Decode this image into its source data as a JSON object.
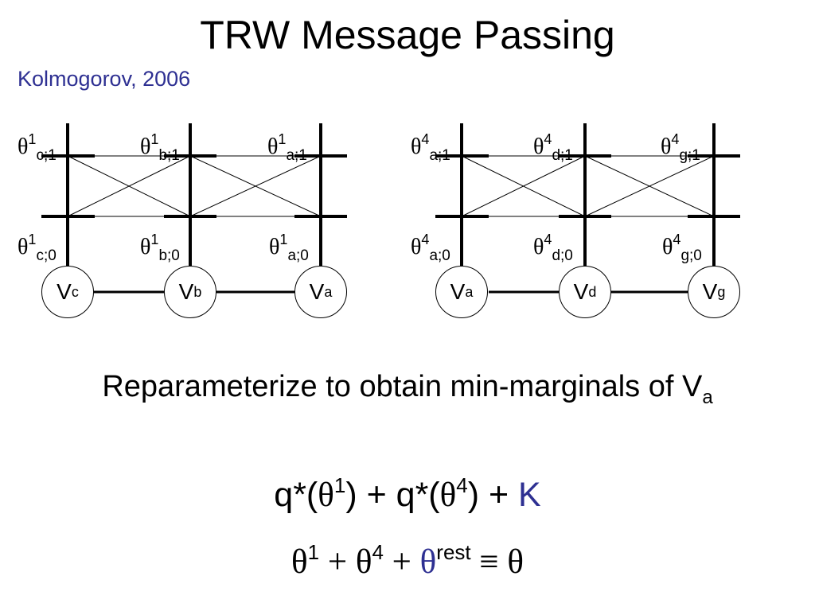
{
  "slide": {
    "title": "TRW Message Passing",
    "credit": "Kolmogorov, 2006"
  },
  "tree1": {
    "nodes": [
      {
        "letter": "V",
        "sub": "c"
      },
      {
        "letter": "V",
        "sub": "b"
      },
      {
        "letter": "V",
        "sub": "a"
      }
    ],
    "labels_top": [
      {
        "sym": "θ",
        "sup": "1",
        "sub": "c;1"
      },
      {
        "sym": "θ",
        "sup": "1",
        "sub": "b;1"
      },
      {
        "sym": "θ",
        "sup": "1",
        "sub": "a;1"
      }
    ],
    "labels_bottom": [
      {
        "sym": "θ",
        "sup": "1",
        "sub": "c;0"
      },
      {
        "sym": "θ",
        "sup": "1",
        "sub": "b;0"
      },
      {
        "sym": "θ",
        "sup": "1",
        "sub": "a;0"
      }
    ]
  },
  "tree2": {
    "nodes": [
      {
        "letter": "V",
        "sub": "a"
      },
      {
        "letter": "V",
        "sub": "d"
      },
      {
        "letter": "V",
        "sub": "g"
      }
    ],
    "labels_top": [
      {
        "sym": "θ",
        "sup": "4",
        "sub": "a;1"
      },
      {
        "sym": "θ",
        "sup": "4",
        "sub": "d;1"
      },
      {
        "sym": "θ",
        "sup": "4",
        "sub": "g;1"
      }
    ],
    "labels_bottom": [
      {
        "sym": "θ",
        "sup": "4",
        "sub": "a;0"
      },
      {
        "sym": "θ",
        "sup": "4",
        "sub": "d;0"
      },
      {
        "sym": "θ",
        "sup": "4",
        "sub": "g;0"
      }
    ]
  },
  "caption": {
    "text": "Reparameterize to obtain min-marginals of V",
    "sub": "a"
  },
  "equation1": {
    "q1": "q*(",
    "theta1": "θ",
    "sup1": "1",
    "close_plus": ") + q*(",
    "theta2": "θ",
    "sup2": "4",
    "tail": ") + ",
    "k": "K"
  },
  "equation2": {
    "t1": "θ",
    "s1": "1",
    "plus1": " + ",
    "t2": "θ",
    "s2": "4",
    "plus2": " + ",
    "t3": "θ",
    "s3": "rest",
    "equiv": " ≡ ",
    "t4": "θ"
  },
  "colors": {
    "accent": "#2e3092",
    "ink": "#000000"
  }
}
